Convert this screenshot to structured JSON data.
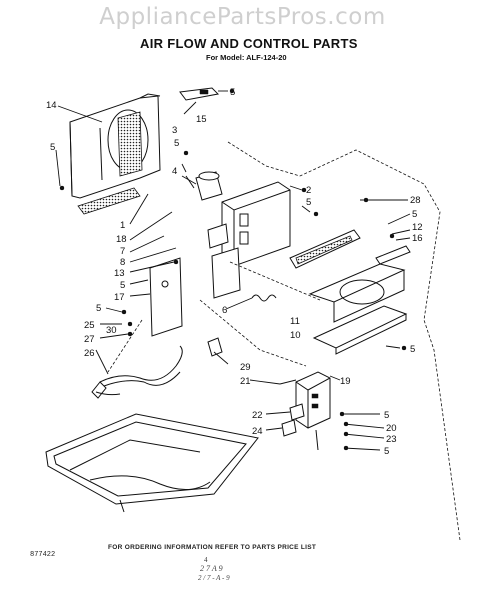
{
  "watermark": "AppliancePartsPros.com",
  "title": "AIR FLOW AND CONTROL PARTS",
  "model": "For Model: ALF-124-20",
  "doc_code": "877422",
  "footer_note": "FOR ORDERING INFORMATION REFER TO PARTS PRICE LIST",
  "page_number": "4",
  "stamp_line1": "2 7 A 9",
  "stamp_line2": "2 / 7 - A - 9",
  "callouts": {
    "c14": "14",
    "c5_a": "5",
    "c15": "15",
    "c3": "3",
    "c5_b": "5",
    "c5_c": "5",
    "c4": "4",
    "c2": "2",
    "c5_d": "5",
    "c1": "1",
    "c18": "18",
    "c7": "7",
    "c8": "8",
    "c13": "13",
    "c5_e": "5",
    "c17": "17",
    "c5_f": "5",
    "c6": "6",
    "c25": "25",
    "c30": "30",
    "c27": "27",
    "c26": "26",
    "c28": "28",
    "c5_g": "5",
    "c12": "12",
    "c16": "16",
    "c11": "11",
    "c10": "10",
    "c5_h": "5",
    "c29": "29",
    "c21": "21",
    "c19": "19",
    "c22": "22",
    "c24": "24",
    "c5_i": "5",
    "c20": "20",
    "c23": "23",
    "c5_j": "5"
  }
}
